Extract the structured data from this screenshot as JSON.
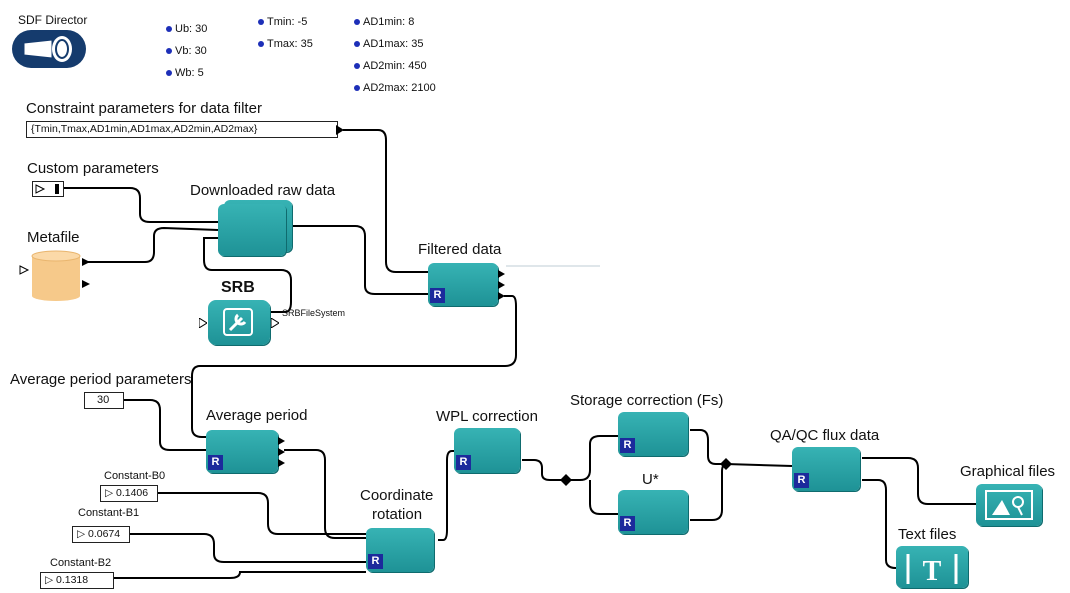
{
  "director": {
    "label": "SDF Director"
  },
  "parameters": [
    {
      "text": "Ub: 30"
    },
    {
      "text": "Vb: 30"
    },
    {
      "text": "Wb: 5"
    },
    {
      "text": "Tmin: -5"
    },
    {
      "text": "Tmax: 35"
    },
    {
      "text": "AD1min: 8"
    },
    {
      "text": "AD1max: 35"
    },
    {
      "text": "AD2min: 450"
    },
    {
      "text": "AD2max: 2100"
    }
  ],
  "labels": {
    "constraint": "Constraint parameters for data filter",
    "constraint_value": "{Tmin,Tmax,AD1min,AD1max,AD2min,AD2max}",
    "custom": "Custom parameters",
    "metafile": "Metafile",
    "downloaded": "Downloaded raw data",
    "srb": "SRB",
    "srb_port": "SRBFileSystem",
    "filtered": "Filtered data",
    "avg_params": "Average period parameters",
    "avg_value": "30",
    "avg_period": "Average period",
    "b0": "Constant-B0",
    "b0_value": "0.1406",
    "b1": "Constant-B1",
    "b1_value": "0.0674",
    "b2": "Constant-B2",
    "b2_value": "0.1318",
    "coord_line1": "Coordinate",
    "coord_line2": "rotation",
    "wpl": "WPL correction",
    "storage": "Storage correction (Fs)",
    "ustar": "U*",
    "qaqc": "QA/QC flux data",
    "graphical": "Graphical files",
    "text_files": "Text files",
    "r": "R"
  },
  "colors": {
    "actor": "#1e9296",
    "badge": "#1c2a9c",
    "metafile": "#f6c98a"
  }
}
